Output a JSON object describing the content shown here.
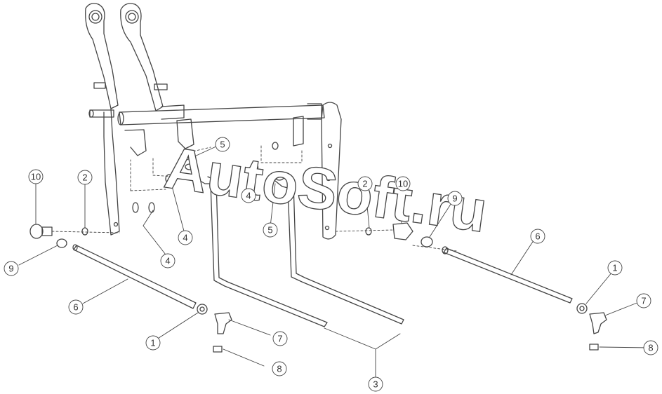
{
  "diagram": {
    "callouts": [
      {
        "id": "c10a",
        "label": "10"
      },
      {
        "id": "c2a",
        "label": "2"
      },
      {
        "id": "c9a",
        "label": "9"
      },
      {
        "id": "c6a",
        "label": "6"
      },
      {
        "id": "c1a",
        "label": "1"
      },
      {
        "id": "c7a",
        "label": "7"
      },
      {
        "id": "c8a",
        "label": "8"
      },
      {
        "id": "c3",
        "label": "3"
      },
      {
        "id": "c4a",
        "label": "4"
      },
      {
        "id": "c4b",
        "label": "4"
      },
      {
        "id": "c4c",
        "label": "4"
      },
      {
        "id": "c5a",
        "label": "5"
      },
      {
        "id": "c5b",
        "label": "5"
      },
      {
        "id": "c2b",
        "label": "2"
      },
      {
        "id": "c10b",
        "label": "10"
      },
      {
        "id": "c9b",
        "label": "9"
      },
      {
        "id": "c6b",
        "label": "6"
      },
      {
        "id": "c1b",
        "label": "1"
      },
      {
        "id": "c7b",
        "label": "7"
      },
      {
        "id": "c8b",
        "label": "8"
      }
    ]
  },
  "watermark": {
    "text": "AutoSoft.ru"
  },
  "colors": {
    "line": "#444444",
    "callout_fill": "#ffffff",
    "watermark": "#ffffff"
  }
}
